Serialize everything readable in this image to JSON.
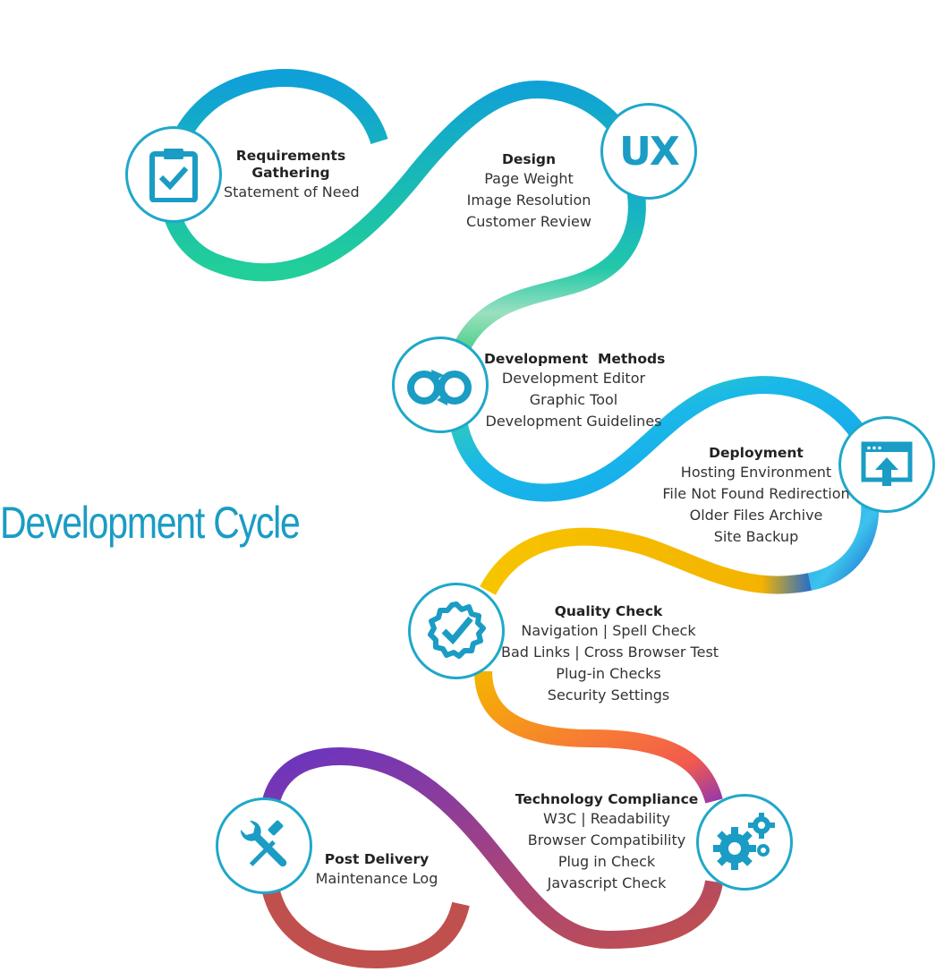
{
  "title": "Development Cycle",
  "icons": [
    "clipboard-check-icon",
    "ux-icon",
    "cycle-arrows-icon",
    "upload-window-icon",
    "badge-check-icon",
    "gears-icon",
    "wrench-screwdriver-icon"
  ],
  "colors": {
    "accent": "#1a9cc4",
    "teal": "#20c9a0",
    "green": "#5ac46a",
    "yellow": "#f5b800",
    "orange": "#f7852e",
    "purple": "#7a3cc4",
    "maroon": "#c0504d"
  },
  "steps": [
    {
      "title": "Requirements",
      "title2": "Gathering",
      "lines": [
        "Statement of Need"
      ]
    },
    {
      "title": "Design",
      "lines": [
        "Page Weight",
        "Image Resolution",
        "Customer Review"
      ]
    },
    {
      "title": "Development  Methods",
      "lines": [
        "Development Editor",
        "Graphic Tool",
        "Development Guidelines"
      ]
    },
    {
      "title": "Deployment",
      "lines": [
        "Hosting Environment",
        "File Not Found Redirection",
        "Older Files Archive",
        "Site Backup"
      ]
    },
    {
      "title": "Quality Check",
      "lines": [
        "Navigation | Spell Check",
        "Bad Links | Cross Browser Test",
        "Plug-in Checks",
        "Security Settings"
      ]
    },
    {
      "title": "Technology Compliance",
      "lines": [
        "W3C | Readability",
        "Browser Compatibility",
        "Plug in Check",
        "Javascript Check"
      ]
    },
    {
      "title": "Post Delivery",
      "lines": [
        "Maintenance Log"
      ]
    }
  ],
  "ux_text": "UX"
}
